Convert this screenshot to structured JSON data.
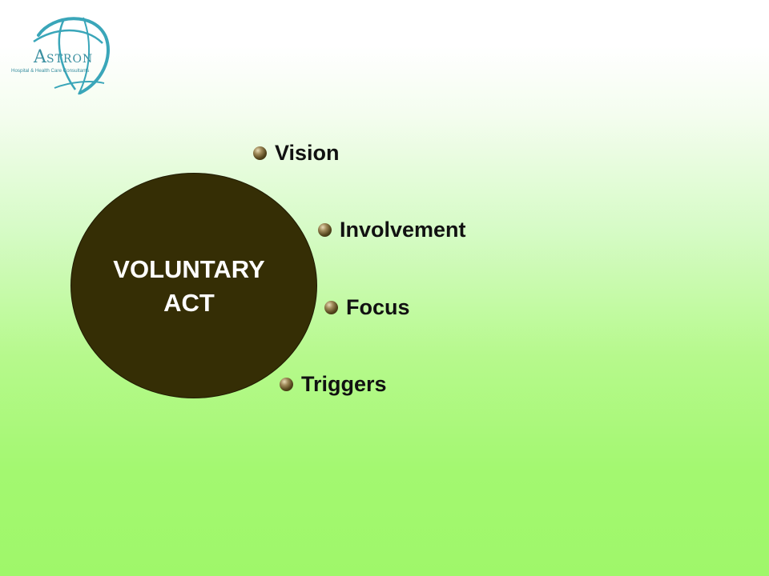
{
  "logo": {
    "wordmark": "ASTRON",
    "tagline": "Hospital & Health Care Consultants",
    "color": "#3aa6b9"
  },
  "diagram": {
    "circle_lines": [
      "VOLUNTARY",
      "ACT"
    ],
    "circle_color": "#352e05",
    "items": [
      "Vision",
      "Involvement",
      "Focus",
      "Triggers"
    ]
  }
}
